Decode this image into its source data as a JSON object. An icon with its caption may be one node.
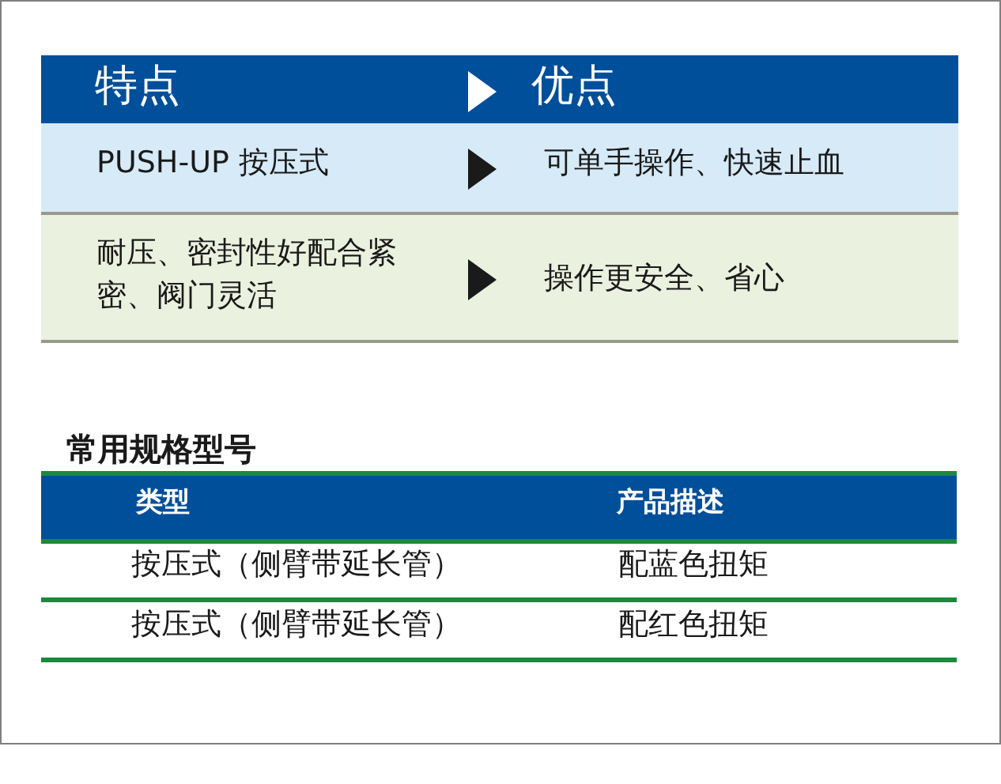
{
  "diagram": {
    "labels": [
      "特点",
      "优点",
      "PUSH-UP 按压式",
      "可单手操作、快速止血",
      "耐压、密封性好配合紧密、阀门灵活",
      "操作更安全、省心",
      "常用规格型号",
      "类型",
      "产品描述",
      "按压式（侧臂带延长管）",
      "配蓝色扭矩",
      "按压式（侧臂带延长管）",
      "配红色扭矩"
    ]
  }
}
